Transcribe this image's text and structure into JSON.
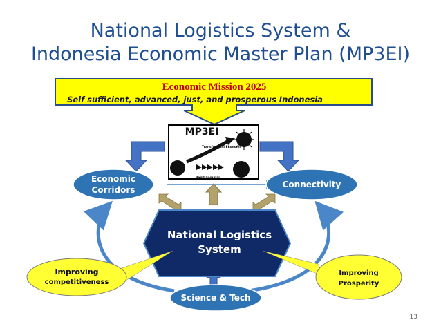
{
  "title_line1": "National Logistics System &",
  "title_line2": "Indonesia Economic Master Plan (MP3EI)",
  "mission": {
    "title": "Economic Mission 2025",
    "subtitle": "Self sufficient, advanced, just, and prosperous Indonesia"
  },
  "mp3ei_box": {
    "label": "MP3EI",
    "caption_top": "Transformasi Ekonomi",
    "caption_bottom": "Pembangunan"
  },
  "nodes": {
    "economic_corridors": "Economic Corridors",
    "connectivity": "Connectivity",
    "national_logistics": "National Logistics System",
    "science_tech": "Science & Tech",
    "improving_competitiveness_1": "Improving",
    "improving_competitiveness_2": "competitiveness",
    "improving_prosperity_1": "Improving",
    "improving_prosperity_2": "Prosperity"
  },
  "page_number": "13",
  "colors": {
    "title": "#1f4e91",
    "banner": "#ffff00",
    "ellipse_blue": "#2e74b5",
    "hexagon": "#0f2a66",
    "callout_yellow": "#ffff33",
    "block_arrow": "#4472c4",
    "tan_arrow": "#b3a26b"
  }
}
